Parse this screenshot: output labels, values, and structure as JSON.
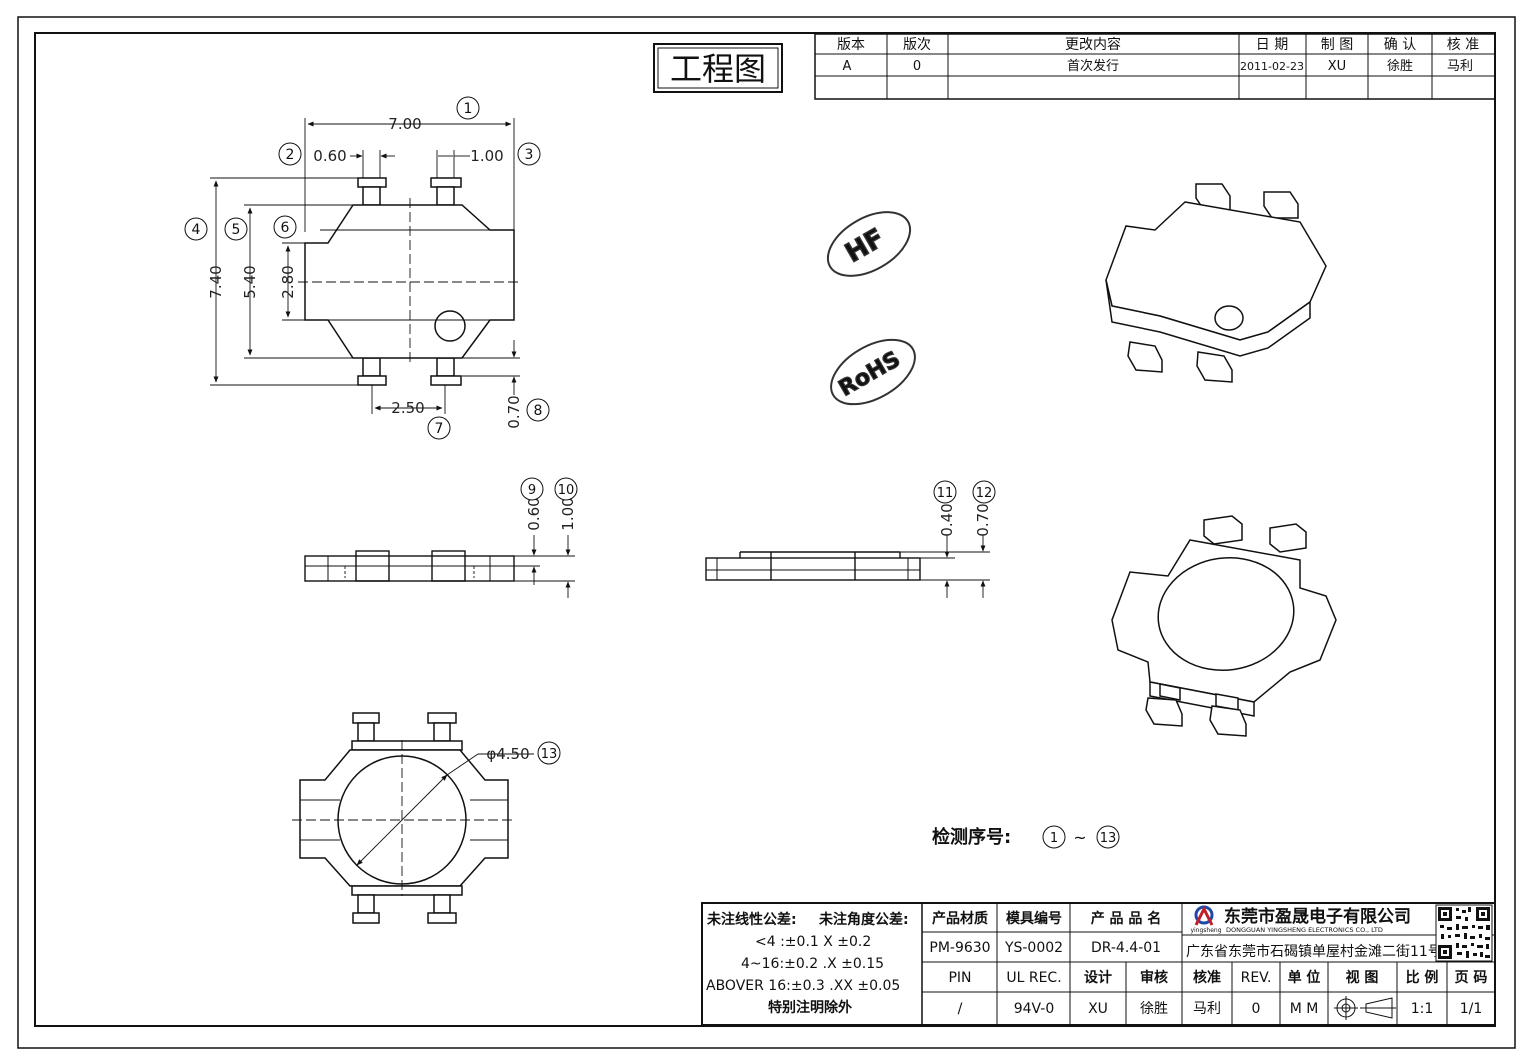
{
  "drawing_title": "工程图",
  "revision_table": {
    "headers": [
      "版本",
      "版次",
      "更改内容",
      "日 期",
      "制 图",
      "确 认",
      "核 准"
    ],
    "rows": [
      [
        "A",
        "0",
        "首次发行",
        "2011-02-23",
        "XU",
        "徐胜",
        "马利"
      ]
    ]
  },
  "dimensions": {
    "d1": "7.00",
    "d2": "0.60",
    "d3": "1.00",
    "d4": "7.40",
    "d5": "5.40",
    "d6": "2.80",
    "d7": "2.50",
    "d8": "0.70",
    "d9": "0.60",
    "d10": "1.00",
    "d11": "0.40",
    "d12": "0.70",
    "d13": "φ4.50"
  },
  "balloons": [
    "1",
    "2",
    "3",
    "4",
    "5",
    "6",
    "7",
    "8",
    "9",
    "10",
    "11",
    "12",
    "13"
  ],
  "marks": {
    "hf": "HF",
    "rohs": "RoHS"
  },
  "inspection": {
    "label": "检测序号:",
    "start": "1",
    "sep": "~",
    "end": "13"
  },
  "tolerance": {
    "linear_label": "未注线性公差:",
    "angle_label": "未注角度公差:",
    "lines": [
      "<4 :±0.1   X ±0.2",
      "4~16:±0.2  .X ±0.15",
      "ABOVER 16:±0.3  .XX ±0.05"
    ],
    "note": "特别注明除外"
  },
  "title_block": {
    "h_material": "产品材质",
    "h_mold": "模具编号",
    "h_product": "产 品 品 名",
    "material": "PM-9630",
    "mold": "YS-0002",
    "product": "DR-4.4-01",
    "h_pin": "PIN",
    "h_ul": "UL REC.",
    "h_design": "设计",
    "h_review": "审核",
    "h_approve": "核准",
    "h_rev": "REV.",
    "h_unit": "单 位",
    "h_view": "视 图",
    "h_scale": "比 例",
    "h_page": "页 码",
    "pin": "/",
    "ul": "94V-0",
    "design": "XU",
    "review": "徐胜",
    "approve": "马利",
    "rev": "0",
    "unit": "M M",
    "scale": "1:1",
    "page": "1/1"
  },
  "company": {
    "name_cn": "东莞市盈晟电子有限公司",
    "name_en": "DONGGUAN YINGSHENG ELECTRONICS CO., LTD",
    "logo_text": "yingsheng",
    "address": "广东省东莞市石碣镇单屋村金滩二街11号"
  }
}
